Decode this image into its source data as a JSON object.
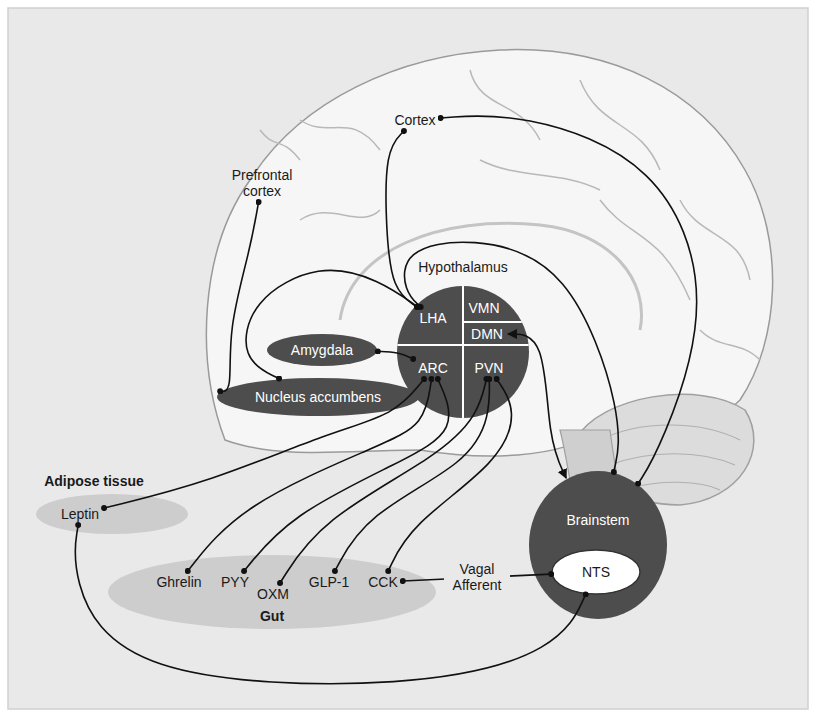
{
  "diagram": {
    "nodes": [
      {
        "text": [
          "Cortex"
        ]
      },
      {
        "text": [
          "Prefrontal cortex"
        ]
      },
      {
        "text": [
          "Hypothalamus"
        ]
      },
      {
        "text": [
          "LHA"
        ],
        "in": 2
      },
      {
        "text": [
          "VMN"
        ],
        "in": 2
      },
      {
        "text": [
          "DMN"
        ],
        "in": 2
      },
      {
        "text": [
          "ARC"
        ],
        "in": 2
      },
      {
        "text": [
          "PVN"
        ],
        "in": 2
      },
      {
        "text": [
          "Amygdala"
        ]
      },
      {
        "text": [
          "Nucleus accumbens"
        ]
      },
      {
        "text": [
          "Adipose tissue"
        ]
      },
      {
        "text": [
          "Leptin"
        ],
        "in": 10
      },
      {
        "text": [
          "Brainstem"
        ]
      },
      {
        "text": [
          "NTS"
        ],
        "in": 12
      },
      {
        "text": [
          "Gut"
        ]
      },
      {
        "text": [
          "Ghrelin"
        ],
        "in": 14
      },
      {
        "text": [
          "PYY"
        ],
        "in": 14
      },
      {
        "text": [
          "OXM"
        ],
        "in": 14
      },
      {
        "text": [
          "GLP-1"
        ],
        "in": 14
      },
      {
        "text": [
          "CCK"
        ],
        "in": 14
      }
    ],
    "edges": [
      {
        "from": 0,
        "to": 3,
        "arrow": "none"
      },
      {
        "from": 0,
        "to": 12,
        "arrow": "none"
      },
      {
        "from": 1,
        "to": 9,
        "arrow": "none"
      },
      {
        "from": 9,
        "to": 3,
        "arrow": "none"
      },
      {
        "from": 8,
        "to": 6,
        "arrow": "none"
      },
      {
        "from": 3,
        "to": 12,
        "arrow": "none"
      },
      {
        "from": 5,
        "to": 12,
        "arrow": "both"
      },
      {
        "from": 11,
        "to": 6,
        "arrow": "none"
      },
      {
        "from": 11,
        "to": 13,
        "arrow": "none"
      },
      {
        "from": 15,
        "to": 6,
        "arrow": "none"
      },
      {
        "from": 16,
        "to": 6,
        "arrow": "none"
      },
      {
        "from": 17,
        "to": 7,
        "arrow": "none"
      },
      {
        "from": 18,
        "to": 7,
        "arrow": "none"
      },
      {
        "from": 19,
        "to": 7,
        "arrow": "none"
      },
      {
        "from": 19,
        "to": 13,
        "label": "Vagal Afferent",
        "arrow": "none"
      }
    ]
  }
}
